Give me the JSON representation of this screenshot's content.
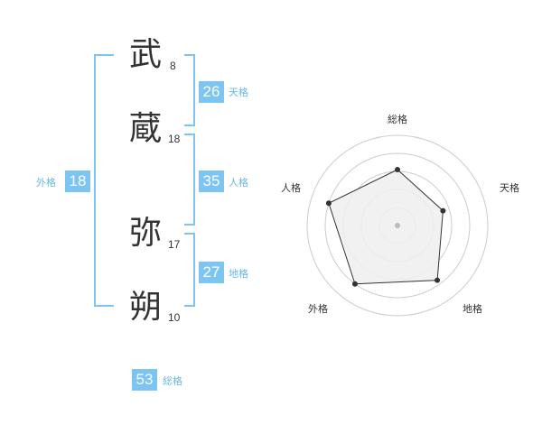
{
  "characters": [
    {
      "char": "武",
      "strokes": "8"
    },
    {
      "char": "蔵",
      "strokes": "18"
    },
    {
      "char": "弥",
      "strokes": "17"
    },
    {
      "char": "朔",
      "strokes": "10"
    }
  ],
  "kaku": {
    "tenkaku": {
      "value": "26",
      "label": "天格"
    },
    "jinkaku": {
      "value": "35",
      "label": "人格"
    },
    "chikaku": {
      "value": "27",
      "label": "地格"
    },
    "gaikaku": {
      "value": "18",
      "label": "外格"
    },
    "soukaku": {
      "value": "53",
      "label": "総格"
    }
  },
  "colors": {
    "accent": "#7cc4f2",
    "label": "#68b8ea",
    "radar_fill": "#eeeeee",
    "ring": "#cccccc"
  },
  "chart_data": {
    "type": "radar",
    "axes": [
      "総格",
      "天格",
      "地格",
      "外格",
      "人格"
    ],
    "values": [
      0.62,
      0.53,
      0.75,
      0.8,
      0.8
    ],
    "max": 1
  }
}
